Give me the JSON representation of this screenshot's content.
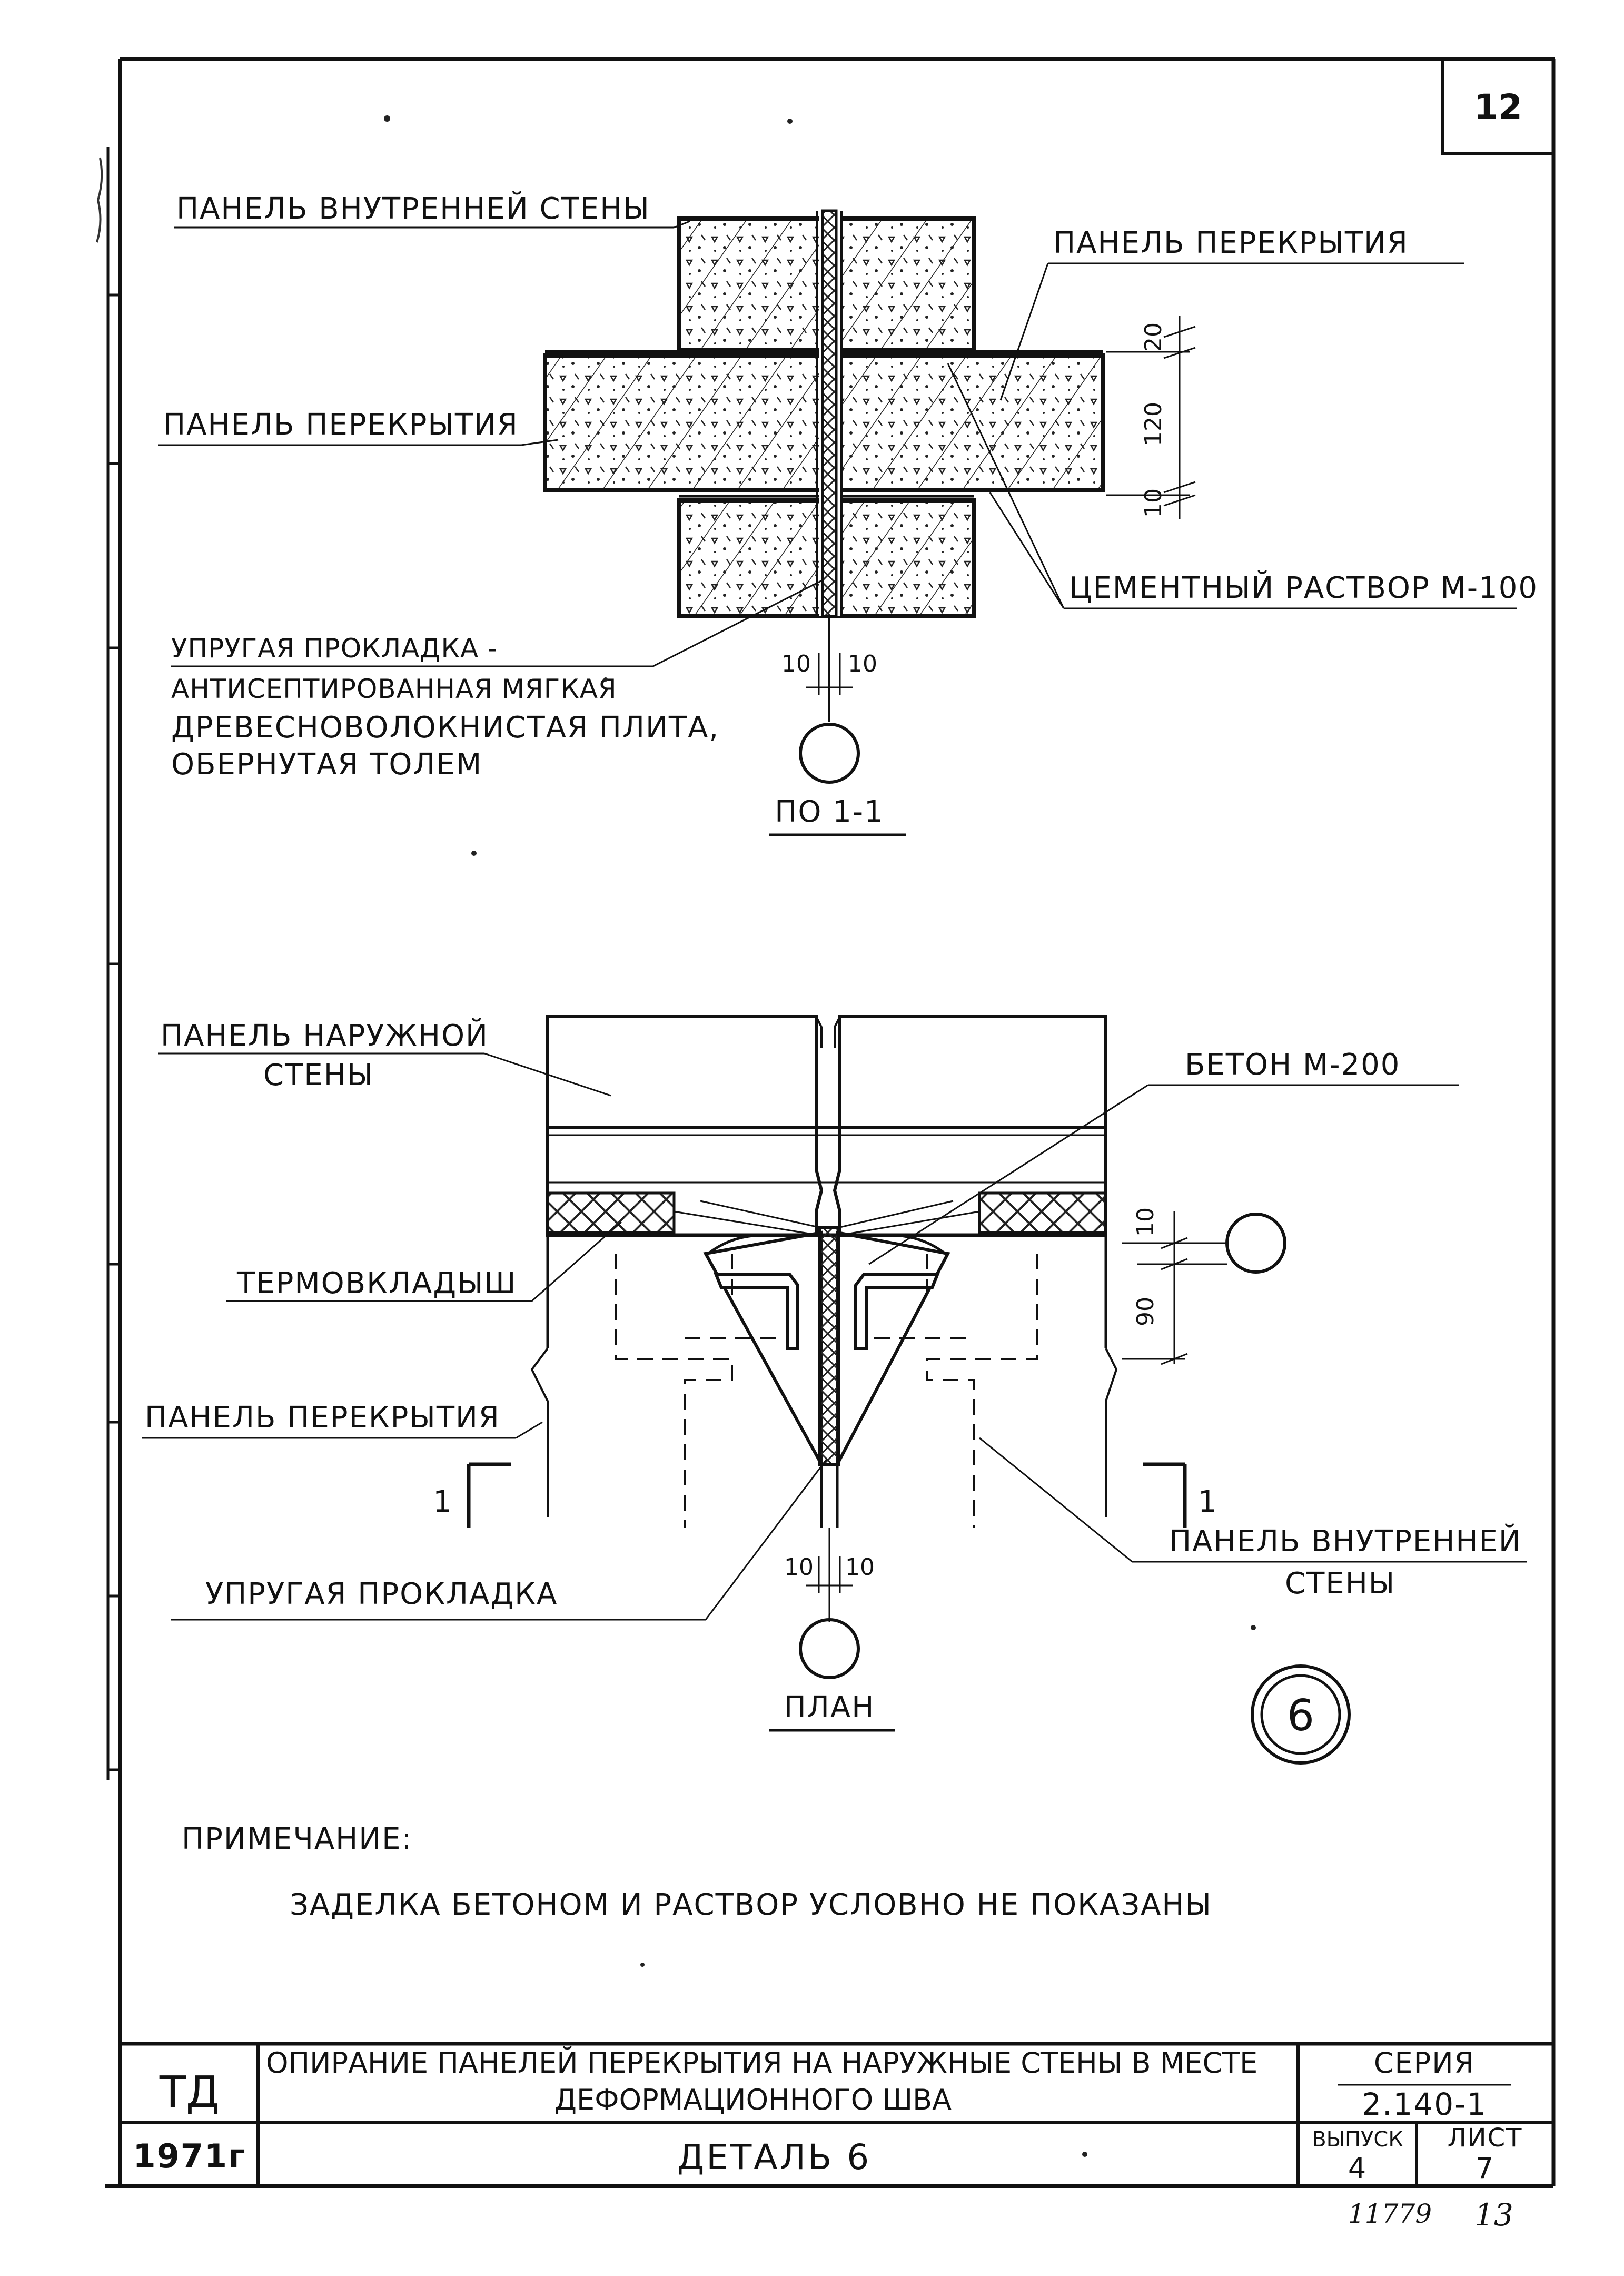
{
  "sheet_number": "12",
  "section": {
    "title": "ПО 1-1",
    "labels": {
      "inner_wall_panel": "ПАНЕЛЬ ВНУТРЕННЕЙ СТЕНЫ",
      "floor_panel_right": "ПАНЕЛЬ ПЕРЕКРЫТИЯ",
      "floor_panel_left": "ПАНЕЛЬ ПЕРЕКРЫТИЯ",
      "cement_mortar": "ЦЕМЕНТНЫЙ РАСТВОР М-100",
      "gasket_line1": "УПРУГАЯ ПРОКЛАДКА -",
      "gasket_line2": "АНТИСЕПТИРОВАННАЯ МЯГКАЯ",
      "gasket_line3": "ДРЕВЕСНОВОЛОКНИСТАЯ ПЛИТА,",
      "gasket_line4": "ОБЕРНУТАЯ ТОЛЕМ"
    },
    "dims": {
      "d20": "20",
      "d120": "120",
      "d10": "10",
      "gap_left": "10",
      "gap_right": "10"
    }
  },
  "plan": {
    "title": "ПЛАН",
    "labels": {
      "outer_wall_line1": "ПАНЕЛЬ НАРУЖНОЙ",
      "outer_wall_line2": "СТЕНЫ",
      "concrete": "БЕТОН М-200",
      "thermal_insert": "ТЕРМОВКЛАДЫШ",
      "floor_panel": "ПАНЕЛЬ ПЕРЕКРЫТИЯ",
      "gasket": "УПРУГАЯ ПРОКЛАДКА",
      "inner_wall_line1": "ПАНЕЛЬ ВНУТРЕННЕЙ",
      "inner_wall_line2": "СТЕНЫ"
    },
    "section_mark_left": "1",
    "section_mark_right": "1",
    "dims": {
      "d10": "10",
      "d90": "90",
      "gap_left": "10",
      "gap_right": "10"
    }
  },
  "detail_mark": "6",
  "note": {
    "heading": "ПРИМЕЧАНИЕ:",
    "text": "ЗАДЕЛКА БЕТОНОМ И РАСТВОР УСЛОВНО НЕ ПОКАЗАНЫ"
  },
  "title_block": {
    "org": "ТД",
    "year": "1971г",
    "title_line1": "ОПИРАНИЕ ПАНЕЛЕЙ ПЕРЕКРЫТИЯ НА НАРУЖНЫЕ СТЕНЫ В МЕСТЕ",
    "title_line2": "ДЕФОРМАЦИОННОГО ШВА",
    "detail_name": "ДЕТАЛЬ 6",
    "series_label": "СЕРИЯ",
    "series_value": "2.140-1",
    "issue_label": "ВЫПУСК",
    "issue_value": "4",
    "sheet_label": "ЛИСТ",
    "sheet_value": "7"
  },
  "handwritten": {
    "inventory": "11779",
    "page": "13"
  }
}
